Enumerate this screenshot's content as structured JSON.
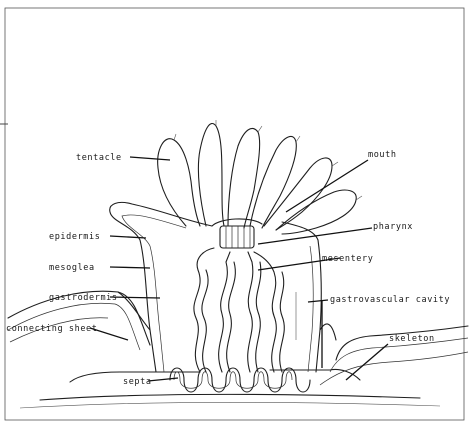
{
  "labels": {
    "tentacle": "tentacle",
    "mouth": "mouth",
    "pharynx": "pharynx",
    "epidermis": "epidermis",
    "mesoglea": "mesoglea",
    "mesentery": "mesentery",
    "gastrodermis": "gastrodermis",
    "gastrovascular_cavity": "gastrovascular cavity",
    "connecting_sheet": "connecting sheet",
    "skeleton": "skeleton",
    "septa": "septa"
  }
}
